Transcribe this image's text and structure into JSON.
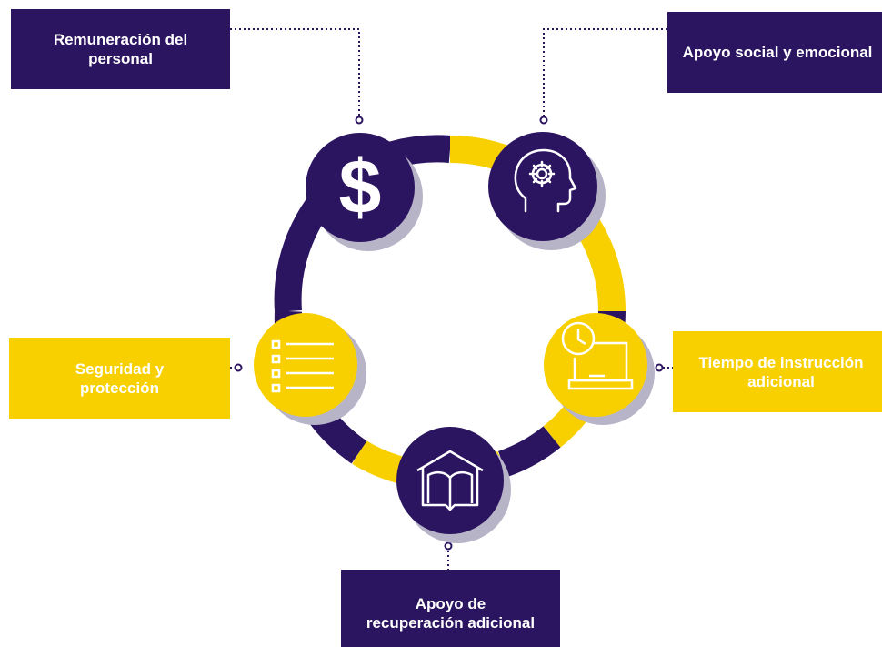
{
  "colors": {
    "purple": "#2b1460",
    "yellow": "#f8d000",
    "shadow": "#b8b4c8",
    "white": "#ffffff"
  },
  "labels": {
    "remuneracion": "Remuneración del\npersonal",
    "apoyo_social": "Apoyo social y emocional",
    "seguridad": "Seguridad y\nprotección",
    "tiempo": "Tiempo de instrucción\nadicional",
    "recuperacion": "Apoyo de\nrecuperación adicional"
  },
  "icons": {
    "remuneracion": "dollar-icon",
    "apoyo_social": "head-gear-icon",
    "seguridad": "checklist-icon",
    "tiempo": "clock-laptop-icon",
    "recuperacion": "book-house-icon"
  },
  "dollar_symbol": "$"
}
